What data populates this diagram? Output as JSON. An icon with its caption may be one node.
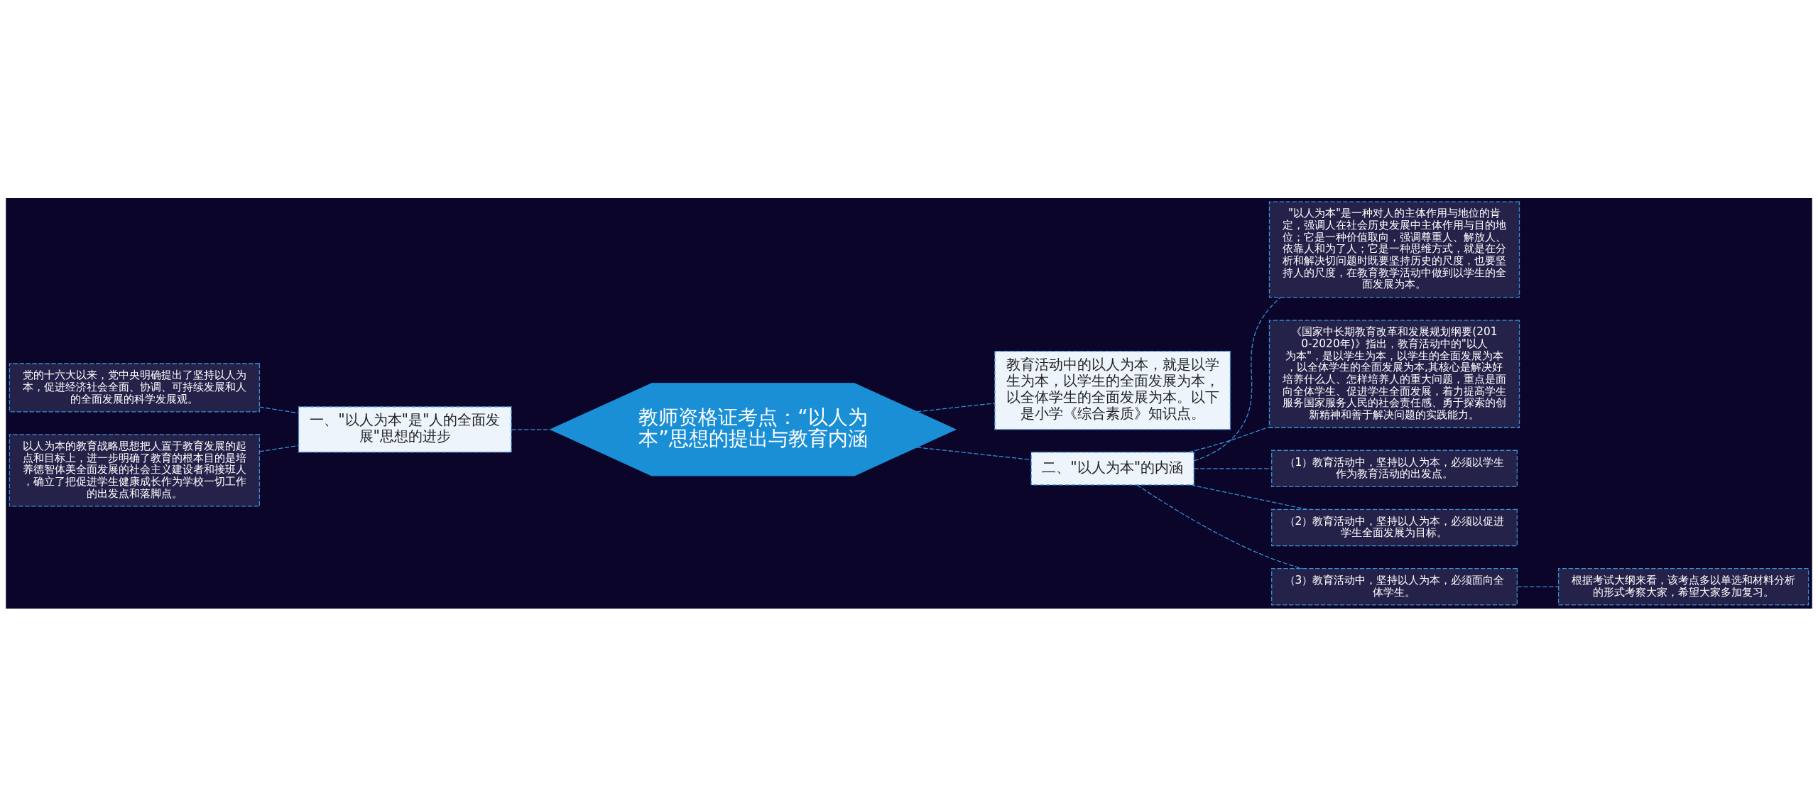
{
  "diagram": {
    "nodes": [
      {
        "text": [
          "教师资格证考点：“以人为本”思想的提出与教育内涵"
        ]
      },
      {
        "text": [
          "一、\"以人为本\"是\"人的全面发展\"思想的进步"
        ]
      },
      {
        "text": [
          "党的十六大以来，党中央明确提出了坚持以人为本，促进经济社会全面、协调、可持续发展和人的全面发展的科学发展观。"
        ]
      },
      {
        "text": [
          "以人为本的教育战略思想把人置于教育发展的起点和目标上，进一步明确了教育的根本目的是培养德智体美全面发展的社会主义建设者和接班人，确立了把促进学生健康成长作为学校一切工作的出发点和落脚点。"
        ]
      },
      {
        "text": [
          "教育活动中的以人为本，就是以学生为本，以学生的全面发展为本，以全体学生的全面发展为本。以下是小学《综合素质》知识点。"
        ]
      },
      {
        "text": [
          "二、\"以人为本\"的内涵"
        ]
      },
      {
        "text": [
          "\"以人为本\"是一种对人的主体作用与地位的肯定，强调人在社会历史发展中主体作用与目的地位；它是一种价值取向，强调尊重人、解放人、依靠人和为了人；它是一种思维方式，就是在分析和解决切问题时既要坚持历史的尺度，也要坚持人的尺度，在教育教学活动中做到以学生的全面发展为本。"
        ]
      },
      {
        "text": [
          "《国家中长期教育改革和发展规划纲要(2010-2020年)》指出，教育活动中的\"以人为本\"，是以学生为本，以学生的全面发展为本，以全体学生的全面发展为本,其核心是解决好培养什么人、怎样培养人的重大问题，重点是面向全体学生、促进学生全面发展，着力提高学生服务国家服务人民的社会责任感、勇于探索的创新精神和善于解决问题的实践能力。"
        ]
      },
      {
        "text": [
          "（1）教育活动中，坚持以人为本，必须以学生作为教育活动的出发点。"
        ]
      },
      {
        "text": [
          "（2）教育活动中，坚持以人为本，必须以促进学生全面发展为目标。"
        ]
      },
      {
        "text": [
          "（3）教育活动中，坚持以人为本，必须面向全体学生。"
        ]
      },
      {
        "text": [
          "根据考试大纲来看，该考点多以单选和材料分析的形式考察大家，希望大家多加复习。"
        ]
      }
    ],
    "edges": [
      {
        "from": 0,
        "to": 1,
        "arrow": "none",
        "style": "dashed"
      },
      {
        "from": 1,
        "to": 2,
        "arrow": "none",
        "style": "dashed"
      },
      {
        "from": 1,
        "to": 3,
        "arrow": "none",
        "style": "dashed"
      },
      {
        "from": 0,
        "to": 4,
        "arrow": "none",
        "style": "dashed"
      },
      {
        "from": 0,
        "to": 5,
        "arrow": "none",
        "style": "dashed"
      },
      {
        "from": 5,
        "to": 6,
        "arrow": "none",
        "style": "dashed"
      },
      {
        "from": 5,
        "to": 7,
        "arrow": "none",
        "style": "dashed"
      },
      {
        "from": 5,
        "to": 8,
        "arrow": "none",
        "style": "dashed"
      },
      {
        "from": 5,
        "to": 9,
        "arrow": "none",
        "style": "dashed"
      },
      {
        "from": 5,
        "to": 10,
        "arrow": "none",
        "style": "dashed"
      },
      {
        "from": 10,
        "to": 11,
        "arrow": "none",
        "style": "dashed"
      }
    ]
  }
}
